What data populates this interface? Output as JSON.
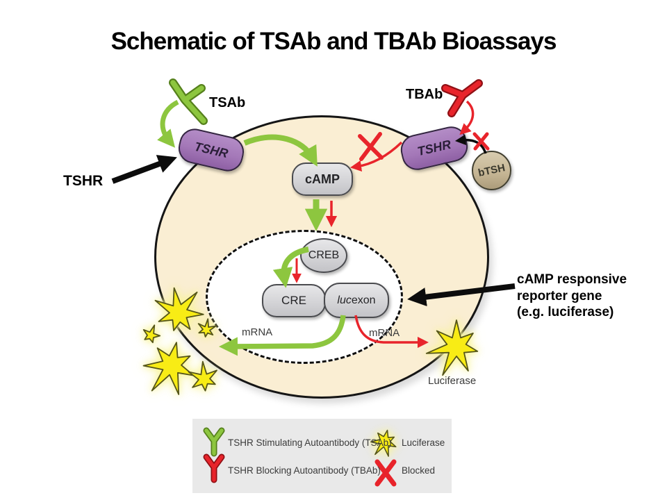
{
  "title": "Schematic of TSAb and TBAb Bioassays",
  "colors": {
    "green": "#8DC63F",
    "red": "#E8242B",
    "purple": "#A478B8",
    "cell_fill": "#FAEED3",
    "node_gray": "#D4D4D7",
    "btsh_tan": "#C4B493",
    "star_yellow": "#F8EC15",
    "legend_bg": "#E9E9E9"
  },
  "cell": {
    "receptor_left": "TSHR",
    "receptor_right": "TSHR",
    "ligand": "bTSH",
    "second_messenger": "cAMP",
    "transcription_factor": "CREB",
    "response_element": "CRE",
    "reporter_italic": "luc",
    "reporter_rest": " exon",
    "mrna_left": "mRNA",
    "mrna_right": "mRNA",
    "luciferase_label": "Luciferase"
  },
  "annotations": {
    "tsab": "TSAb",
    "tbab": "TBAb",
    "tshr_callout": "TSHR",
    "reporter_callout_line1": "cAMP responsive",
    "reporter_callout_line2": "reporter gene",
    "reporter_callout_line3": "(e.g. luciferase)"
  },
  "legend": {
    "items": [
      {
        "icon": "tsab-antibody-icon",
        "label": "TSHR Stimulating Autoantibody (TSAb)"
      },
      {
        "icon": "tbab-antibody-icon",
        "label": "TSHR Blocking Autoantibody (TBAb)"
      },
      {
        "icon": "luciferase-star-icon",
        "label": "Luciferase"
      },
      {
        "icon": "blocked-x-icon",
        "label": "Blocked"
      }
    ]
  }
}
